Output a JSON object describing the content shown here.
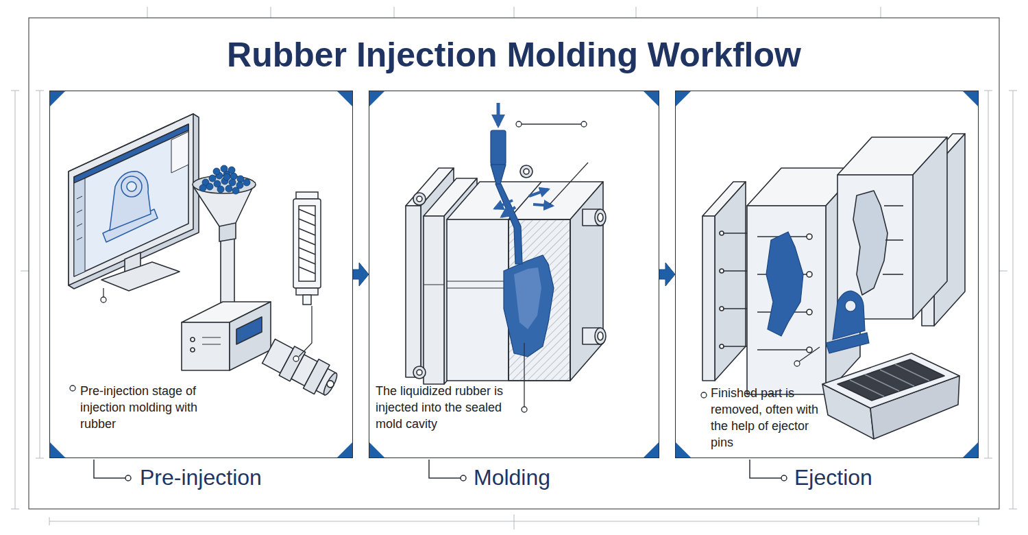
{
  "diagram": {
    "title": "Rubber Injection Molding Workflow",
    "nodes": [
      {
        "text": [
          "Pre-injection",
          "Pre-injection stage of injection molding with rubber"
        ]
      },
      {
        "text": [
          "Molding",
          "The liquidized rubber is injected into the sealed mold cavity"
        ]
      },
      {
        "text": [
          "Ejection",
          "Finished part is removed, often with the help of ejector pins"
        ]
      }
    ],
    "edges": [
      {
        "from": 0,
        "to": 1,
        "arrow": "to"
      },
      {
        "from": 1,
        "to": 2,
        "arrow": "to"
      }
    ]
  }
}
